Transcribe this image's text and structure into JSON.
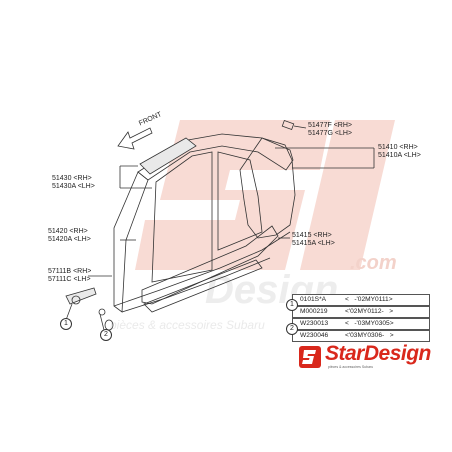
{
  "diagram": {
    "direction_label": "FRONT",
    "parts": [
      {
        "code": "51477F",
        "side": "<RH>"
      },
      {
        "code": "51477G",
        "side": "<LH>"
      },
      {
        "code": "51410",
        "side": "<RH>"
      },
      {
        "code": "51410A",
        "side": "<LH>"
      },
      {
        "code": "51430",
        "side": "<RH>"
      },
      {
        "code": "51430A",
        "side": "<LH>"
      },
      {
        "code": "51420",
        "side": "<RH>"
      },
      {
        "code": "51420A",
        "side": "<LH>"
      },
      {
        "code": "51415",
        "side": "<RH>"
      },
      {
        "code": "51415A",
        "side": "<LH>"
      },
      {
        "code": "57111B",
        "side": "<RH>"
      },
      {
        "code": "57111C",
        "side": "<LH>"
      }
    ],
    "callouts": [
      "1",
      "2"
    ],
    "table": [
      {
        "index": "1",
        "part": "0101S*A",
        "range": "<   -'02MY0111>"
      },
      {
        "index": "",
        "part": "M000219",
        "range": "<'02MY0112-   >"
      },
      {
        "index": "2",
        "part": "W230013",
        "range": "<   -'03MY0305>"
      },
      {
        "index": "",
        "part": "W230046",
        "range": "<'03MY0306-   >"
      }
    ]
  },
  "watermark": {
    "domain_text": ".com",
    "brand_text": "Design",
    "tagline": "pièces & accessoires Subaru"
  },
  "brand": {
    "name": "StarDesign",
    "tagline": "pièces & accessoires Subaru",
    "color": "#d9281c"
  }
}
